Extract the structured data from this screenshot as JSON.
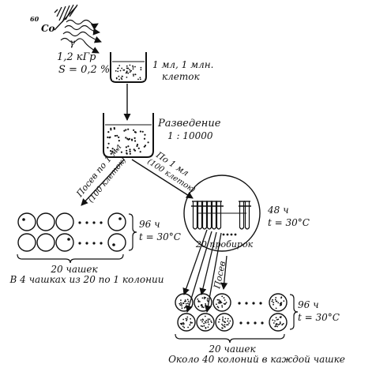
{
  "source": {
    "isotope_mass": "60",
    "isotope_symbol": "Co",
    "ray_symbol": "γ",
    "dose": "1,2 кГр",
    "survival": "S = 0,2 %"
  },
  "beaker_top": {
    "label_line1": "1 мл, 1 млн.",
    "label_line2": "клеток"
  },
  "dilution": {
    "label_line1": "Разведение",
    "label_line2": "1 : 10000"
  },
  "left_branch": {
    "arrow_label_line1": "Посев по 1 мл",
    "arrow_label_line2": "(100 клеток)",
    "incubation_time": "96 ч",
    "incubation_temp": "t = 30°C",
    "dishes_count": "20 чашек",
    "result": "В 4 чашках из 20 по 1 колонии"
  },
  "right_branch": {
    "arrow_label_line1": "По 1 мл",
    "arrow_label_line2": "(100 клеток)",
    "incubation_time": "48 ч",
    "incubation_temp": "t = 30°C",
    "tubes_count": "20 пробирок",
    "plating_label": "Посев",
    "plates_time": "96 ч",
    "plates_temp": "t = 30°C",
    "plates_count": "20 чашек",
    "result": "Около 40 колоний в каждой чашке"
  }
}
